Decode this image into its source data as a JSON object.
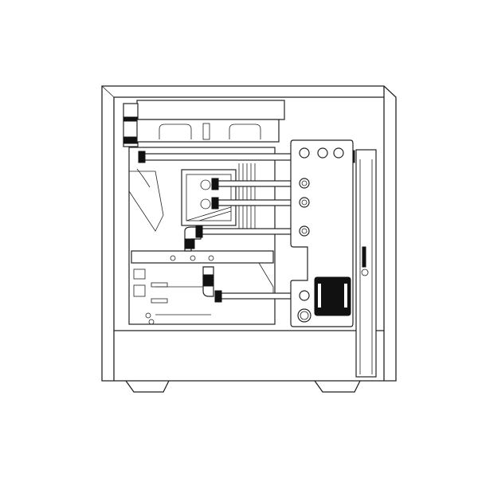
{
  "colors": {
    "line": "#222222",
    "background": "#ffffff",
    "fill_dark": "#111111"
  },
  "components": [
    "pc-case",
    "top-radiator",
    "fans",
    "motherboard",
    "cpu-waterblock",
    "gpu",
    "distribution-plate",
    "pump",
    "reservoir",
    "tubing"
  ],
  "logo": {
    "text": "",
    "icon": "brand-logo-icon"
  }
}
